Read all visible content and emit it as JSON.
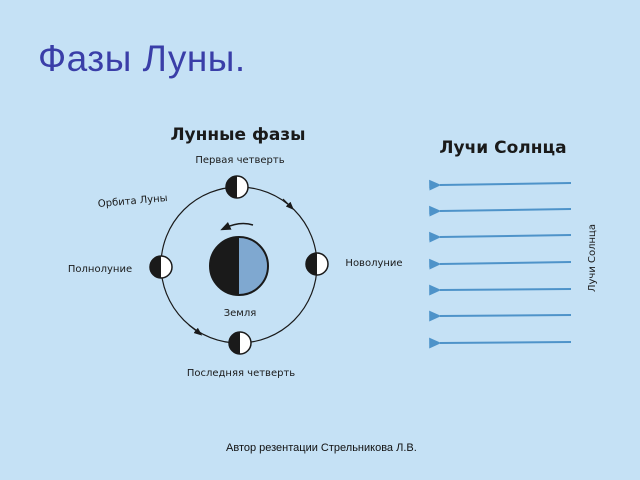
{
  "slide": {
    "title": "Фазы Луны.",
    "footer": "Автор резентации Стрельникова Л.В."
  },
  "diagram": {
    "heading_left": "Лунные фазы",
    "heading_right": "Лучи Солнца",
    "label_first_quarter": "Первая четверть",
    "label_orbit": "Орбита Луны",
    "label_full_moon": "Полнолуние",
    "label_new_moon": "Новолуние",
    "label_earth": "Земля",
    "label_last_quarter": "Последняя четверть",
    "label_sun_rays_vertical": "Лучи Солнца"
  },
  "colors": {
    "background": "#c5e1f5",
    "title": "#3a3ea8",
    "ink": "#1a1a1a",
    "ray": "#4e93c9",
    "earth_dark": "#1a1a1a",
    "earth_light": "#7fa8d0"
  }
}
